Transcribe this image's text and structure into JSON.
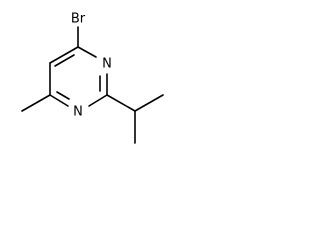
{
  "structure": {
    "atoms": {
      "bromine": "Br",
      "nitrogen_top": "N",
      "nitrogen_bottom": "N"
    },
    "colors": {
      "bond": "#000000",
      "text": "#000000",
      "background": "#ffffff"
    }
  }
}
